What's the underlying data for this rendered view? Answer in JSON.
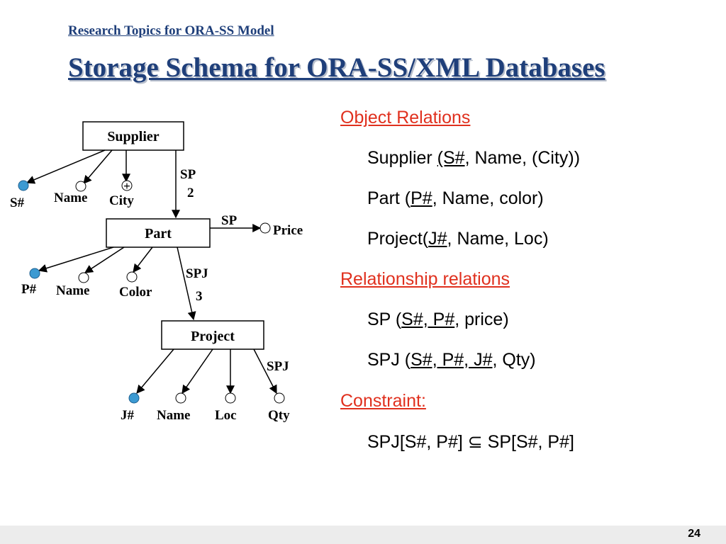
{
  "header": {
    "subtitle": "Research Topics for ORA-SS Model",
    "title": "Storage Schema for ORA-SS/XML Databases"
  },
  "diagram": {
    "supplier": {
      "label": "Supplier",
      "attributes": {
        "key": "S#",
        "name": "Name",
        "city": "City"
      },
      "city_marker": "+"
    },
    "rel_sp_part": {
      "name": "SP",
      "degree": "2"
    },
    "part": {
      "label": "Part",
      "attributes": {
        "key": "P#",
        "name": "Name",
        "color": "Color"
      }
    },
    "price_attr": {
      "relation": "SP",
      "name": "Price"
    },
    "rel_spj_project": {
      "name": "SPJ",
      "degree": "3"
    },
    "project": {
      "label": "Project",
      "attributes": {
        "key": "J#",
        "name": "Name",
        "loc": "Loc",
        "qty": "Qty"
      },
      "qty_relation": "SPJ"
    }
  },
  "panel": {
    "object_heading": "Object Relations",
    "supplier": {
      "prefix": "Supplier ",
      "key": "(S#",
      "rest": ", Name, (City))"
    },
    "part": {
      "prefix": "Part (",
      "key": "P#",
      "rest": ", Name, color)"
    },
    "project": {
      "prefix": "Project(",
      "key": "J#",
      "rest": ", Name, Loc)"
    },
    "relationship_heading": "Relationship relations",
    "sp": {
      "prefix": "SP (",
      "key": "S#, P#",
      "rest": ", price)"
    },
    "spj": {
      "prefix": "SPJ (",
      "key": "S#, P#, J#",
      "rest": ", Qty)"
    },
    "constraint_heading": "Constraint:",
    "constraint": {
      "left": "SPJ[S#, P#] ",
      "symbol": "⊆",
      "right": " SP[S#, P#]"
    }
  },
  "footer": {
    "page_number": "24"
  },
  "colors": {
    "title": "#1f3f7a",
    "heading_red": "#e0301e",
    "key_fill": "#3c9ad2"
  }
}
